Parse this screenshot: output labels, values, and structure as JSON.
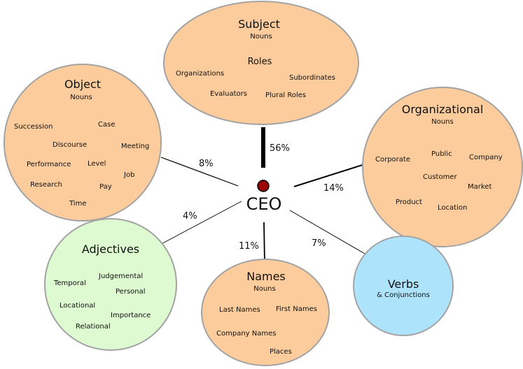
{
  "center": {
    "label": "CEO",
    "dot_color": "#990000"
  },
  "colors": {
    "orange": "#fccc9c",
    "green": "#ddfad0",
    "blue": "#aee3fc",
    "stroke": "#a3a3a3"
  },
  "bubbles": {
    "subject": {
      "title": "Subject",
      "subtitle": "Nouns",
      "percent": "56%",
      "terms": {
        "roles": "Roles",
        "organizations": "Organizations",
        "subordinates": "Subordinates",
        "evaluators": "Evaluators",
        "plural_roles": "Plural Roles"
      }
    },
    "object": {
      "title": "Object",
      "subtitle": "Nouns",
      "percent": "8%",
      "terms": {
        "succession": "Succession",
        "case": "Case",
        "discourse": "Discourse",
        "meeting": "Meeting",
        "performance": "Performance",
        "level": "Level",
        "job": "Job",
        "research": "Research",
        "pay": "Pay",
        "time": "Time"
      }
    },
    "organizational": {
      "title": "Organizational",
      "subtitle": "Nouns",
      "percent": "14%",
      "terms": {
        "corporate": "Corporate",
        "public": "Public",
        "company": "Company",
        "customer": "Customer",
        "market": "Market",
        "product": "Product",
        "location": "Location"
      }
    },
    "adjectives": {
      "title": "Adjectives",
      "percent": "4%",
      "terms": {
        "judgemental": "Judgemental",
        "temporal": "Temporal",
        "personal": "Personal",
        "locational": "Locational",
        "importance": "Importance",
        "relational": "Relational"
      }
    },
    "names": {
      "title": "Names",
      "subtitle": "Nouns",
      "percent": "11%",
      "terms": {
        "last_names": "Last Names",
        "first_names": "First Names",
        "company_names": "Company Names",
        "places": "Places"
      }
    },
    "verbs": {
      "title": "Verbs",
      "subtitle": "& Conjunctions",
      "percent": "7%"
    }
  }
}
